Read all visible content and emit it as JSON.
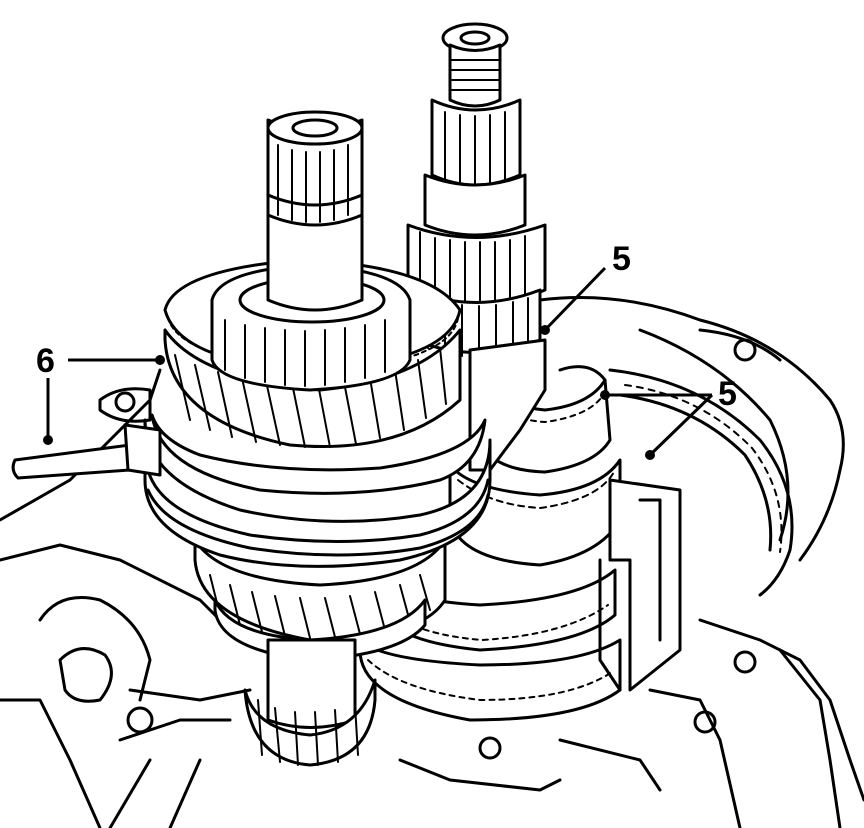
{
  "figure": {
    "callouts": [
      {
        "id": "callout-5-top",
        "text": "5"
      },
      {
        "id": "callout-5-right",
        "text": "5"
      },
      {
        "id": "callout-6",
        "text": "6"
      }
    ]
  },
  "colors": {
    "ink": "#000000",
    "paper": "#ffffff"
  }
}
